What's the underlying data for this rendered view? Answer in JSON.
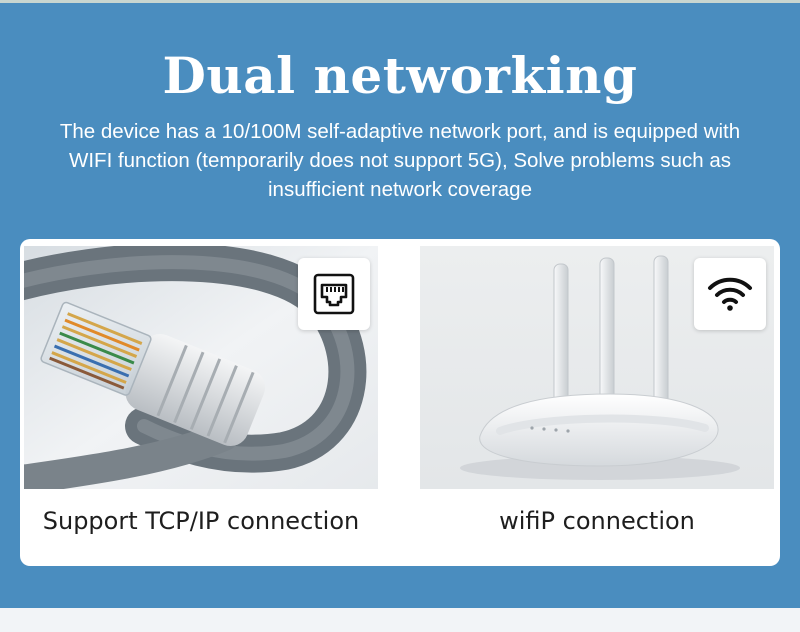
{
  "header": {
    "title": "Dual networking",
    "description_lines": [
      "The device has a 10/100M self-adaptive network port, and is equipped with",
      "WIFI function (temporarily does not support 5G), Solve problems such as",
      "insufficient network coverage"
    ]
  },
  "features": [
    {
      "icon": "ethernet-port-icon",
      "caption": "Support TCP/IP connection"
    },
    {
      "icon": "wifi-icon",
      "caption": "wifiP connection"
    }
  ],
  "colors": {
    "panel_background": "#4a8dbf",
    "card_background": "#ffffff",
    "text_light": "#ffffff",
    "text_dark": "#1e1e1e"
  }
}
